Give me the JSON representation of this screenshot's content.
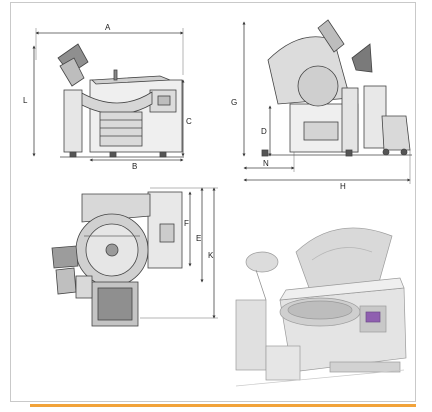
{
  "accent_color": "#f2a33a",
  "frame_color": "#c9c9c9",
  "labels": {
    "A": "A",
    "B": "B",
    "C": "C",
    "D": "D",
    "E": "E",
    "F": "F",
    "G": "G",
    "H": "H",
    "K": "K",
    "L": "L",
    "N": "N"
  }
}
